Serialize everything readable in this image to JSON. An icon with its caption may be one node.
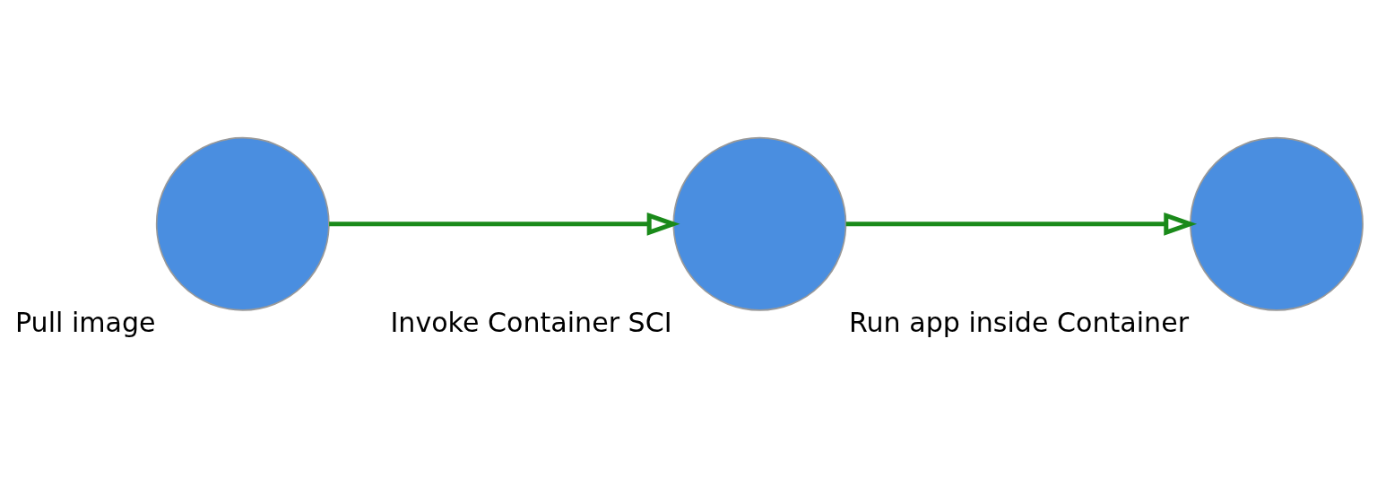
{
  "diagram": {
    "nodes": [
      {
        "text": [],
        "shape": "circle",
        "beside": [
          "Pull image"
        ]
      },
      {
        "text": [],
        "shape": "circle",
        "beside": [
          "Invoke Container SCI"
        ]
      },
      {
        "text": [],
        "shape": "circle",
        "beside": [
          "Run app inside Container"
        ]
      }
    ],
    "edges": [
      {
        "from": 0,
        "to": 1,
        "arrow": "to",
        "color": "#1a8a1a"
      },
      {
        "from": 1,
        "to": 2,
        "arrow": "to",
        "color": "#1a8a1a"
      }
    ]
  }
}
